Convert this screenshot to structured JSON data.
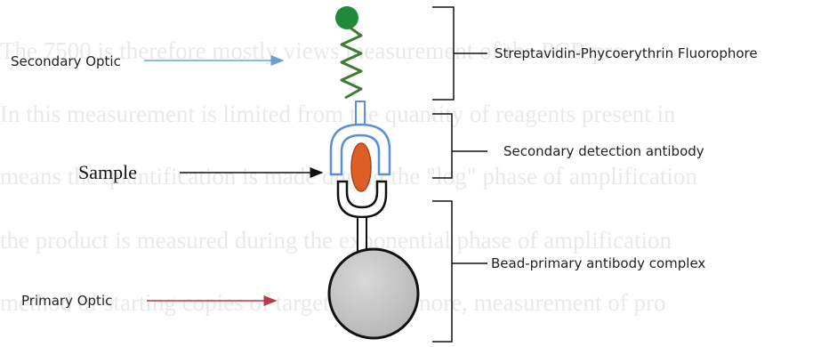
{
  "background_text": [
    "The 7500 is therefore mostly views measurement of the PCR pro",
    "In this measurement is limited from the quantity of reagents present in",
    "means the quantification is made during the \"log\" phase of amplification",
    "the product is measured during the exponential phase of amplification",
    "method of starting copies of target. Furthermore, measurement of pro"
  ],
  "labels": {
    "secondary_optic": "Secondary Optic",
    "primary_optic": "Primary Optic",
    "sample": "Sample",
    "fluorophore": "Streptavidin-Phycoerythrin Fluorophore",
    "detection_antibody": "Secondary detection antibody",
    "bead_complex": "Bead-primary antibody complex"
  },
  "colors": {
    "fluorophore_ball": "#1e8a3a",
    "spring": "#3d7d32",
    "detection_antibody": "#5b8fd6",
    "sample": "#dd5f26",
    "bead": "#c6c6c6",
    "secondary_arrow": "#6aa0cf",
    "primary_arrow": "#b63a47"
  }
}
